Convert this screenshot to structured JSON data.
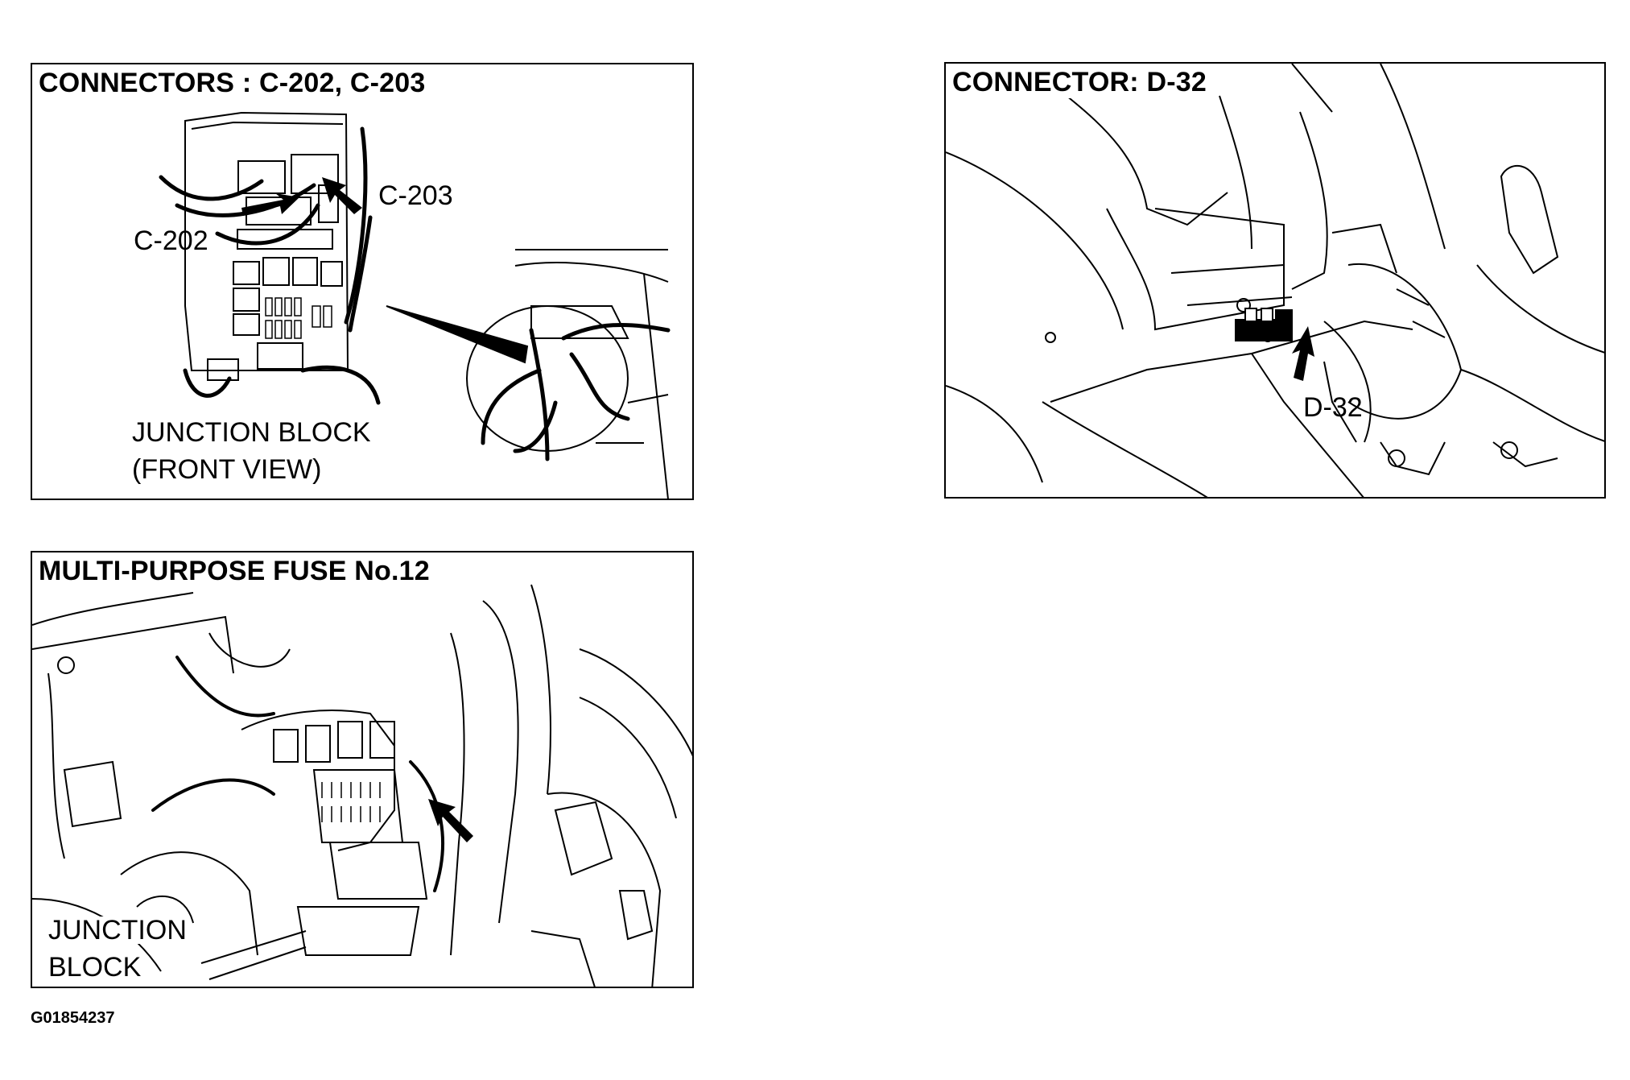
{
  "figure_id": "G01854237",
  "colors": {
    "ink": "#000000",
    "paper": "#ffffff"
  },
  "panels": {
    "connectors_c202_c203": {
      "title": "CONNECTORS : C-202, C-203",
      "callouts": {
        "c202": "C-202",
        "c203": "C-203"
      },
      "caption_line1": "JUNCTION BLOCK",
      "caption_line2": "(FRONT VIEW)"
    },
    "connector_d32": {
      "title": "CONNECTOR: D-32",
      "callouts": {
        "d32": "D-32"
      }
    },
    "multi_purpose_fuse": {
      "title": "MULTI-PURPOSE FUSE No.12",
      "caption_line1": "JUNCTION",
      "caption_line2": "BLOCK"
    }
  }
}
